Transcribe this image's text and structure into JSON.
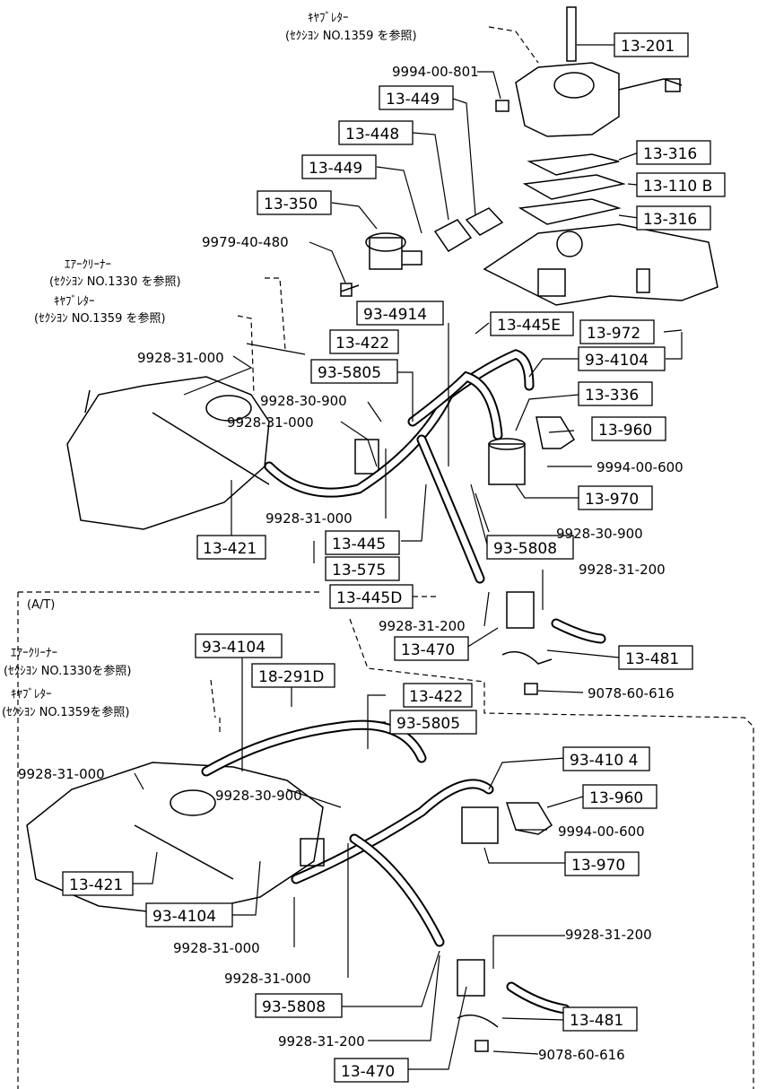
{
  "notes": {
    "carb_top_1": "ｷﾔﾌﾞﾚﾀｰ",
    "carb_top_2": "(ｾｸｼﾖﾝ NO.1359 を参照)",
    "air_mid_1": "ｴｱｰｸﾘｰﾅｰ",
    "air_mid_2": "(ｾｸｼﾖﾝ NO.1330 を参照)",
    "carb_mid_1": "ｷﾔﾌﾞﾚﾀｰ",
    "carb_mid_2": "(ｾｸｼﾖﾝ NO.1359 を参照)",
    "at": "(A/T)",
    "air_low_1": "ｴｱｰｸﾘｰﾅｰ",
    "air_low_2": "(ｾｸｼﾖﾝ NO.1330を参照)",
    "carb_low_1": "ｷﾔﾌﾞﾚﾀｰ",
    "carb_low_2": "(ｾｸｼﾖﾝ NO.1359を参照)"
  },
  "boxed": {
    "b1": "13-201",
    "b2": "13-449",
    "b3": "13-448",
    "b4": "13-449",
    "b5": "13-350",
    "b6": "13-316",
    "b7": "13-110 B",
    "b8": "13-316",
    "b9": "93-4914",
    "b10": "13-445E",
    "b11": "13-972",
    "b12": "13-422",
    "b13": "93-4104",
    "b14": "93-5805",
    "b15": "13-336",
    "b16": "13-960",
    "b17": "13-970",
    "b18": "13-421",
    "b19": "13-445",
    "b20": "93-5808",
    "b21": "13-575",
    "b22": "13-445D",
    "b23": "13-470",
    "b24": "13-481",
    "b25": "93-4104",
    "b26": "18-291D",
    "b27": "13-422",
    "b28": "93-5805",
    "b29": "93-410 4",
    "b30": "13-960",
    "b31": "13-421",
    "b32": "93-4104",
    "b33": "13-970",
    "b34": "93-5808",
    "b35": "13-481",
    "b36": "13-470"
  },
  "plain": {
    "p1": "9994-00-801",
    "p2": "9979-40-480",
    "p3": "9928-31-000",
    "p4": "9928-30-900",
    "p5": "9928-31-000",
    "p6": "9994-00-600",
    "p7": "9928-31-000",
    "p8": "9928-30-900",
    "p9": "9928-31-200",
    "p10": "9928-31-200",
    "p11": "9078-60-616",
    "p12": "9928-31-000",
    "p13": "9928-30-900",
    "p14": "9994-00-600",
    "p15": "9928-31-000",
    "p16": "9928-31-000",
    "p17": "9928-31-200",
    "p18": "9928-31-200",
    "p19": "9078-60-616"
  }
}
